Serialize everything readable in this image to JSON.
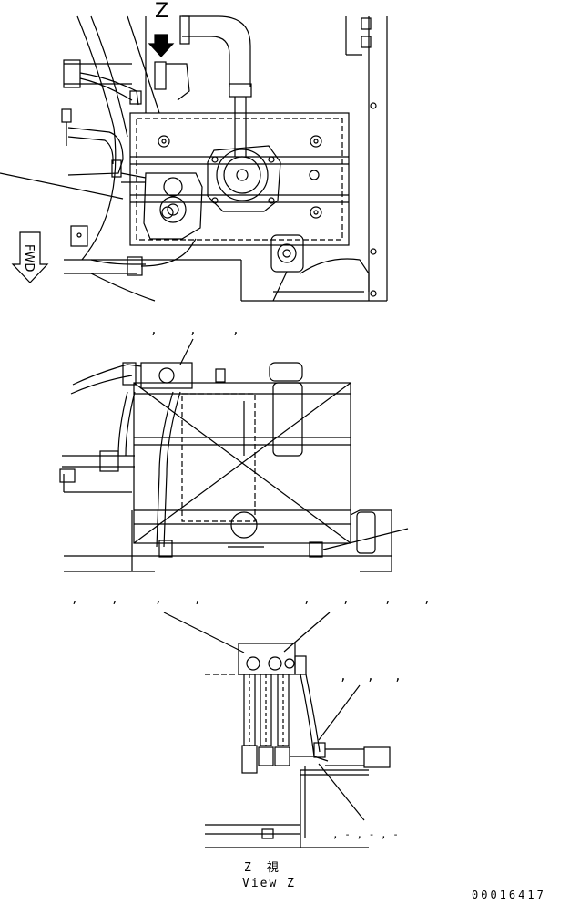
{
  "view_marker": "Z",
  "fwd_label": "FWD",
  "top_view": {
    "callout_commas": [
      ",",
      ",",
      ","
    ]
  },
  "middle_view": {
    "callout_commas": [
      ",",
      ",",
      ",",
      ",",
      ",",
      ",",
      ",",
      ","
    ]
  },
  "bottom_view": {
    "callout_commas_right": [
      ",",
      ",",
      ","
    ],
    "callout_bottom_right": ", - , - , -",
    "caption_jp": "Z　視",
    "caption_en": "View Z"
  },
  "drawing_number": "00016417"
}
